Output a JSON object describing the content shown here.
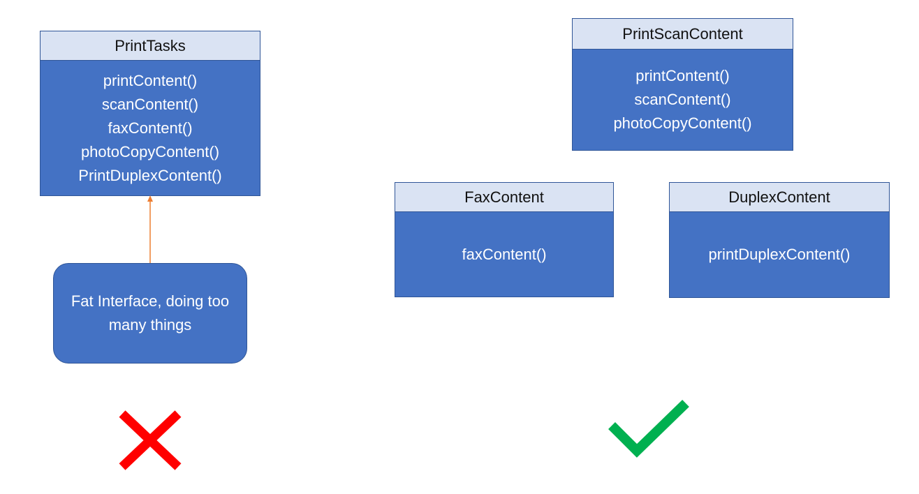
{
  "print_tasks": {
    "title": "PrintTasks",
    "methods": [
      "printContent()",
      "scanContent()",
      "faxContent()",
      "photoCopyContent()",
      "PrintDuplexContent()"
    ]
  },
  "callout": {
    "text": "Fat Interface, doing too many things"
  },
  "print_scan": {
    "title": "PrintScanContent",
    "methods": [
      "printContent()",
      "scanContent()",
      "photoCopyContent()"
    ]
  },
  "fax": {
    "title": "FaxContent",
    "methods": [
      "faxContent()"
    ]
  },
  "duplex": {
    "title": "DuplexContent",
    "methods": [
      "printDuplexContent()"
    ]
  },
  "colors": {
    "header_fill": "#dae3f3",
    "body_fill": "#4472c4",
    "border": "#2f5597",
    "arrow": "#ed7d31",
    "cross": "#ff0000",
    "check": "#00b050"
  },
  "icons": {
    "wrong": "cross-icon",
    "right": "check-icon"
  }
}
